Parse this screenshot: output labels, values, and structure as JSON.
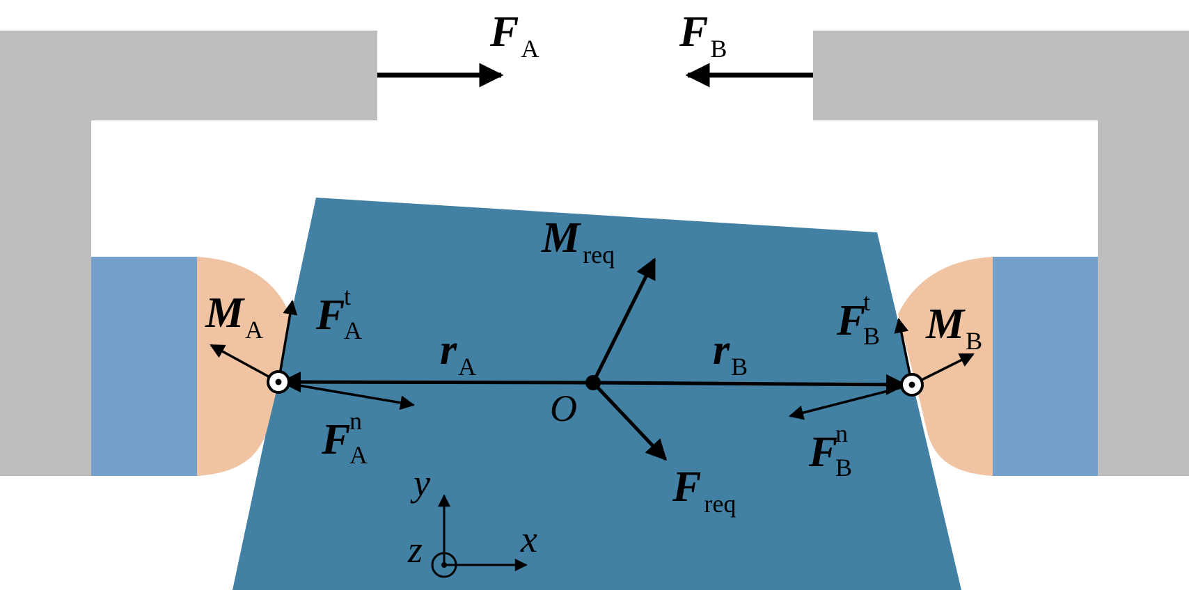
{
  "colors": {
    "gripper": "#bebebe",
    "object": "#4281a4",
    "finger_pad": "#74a0cb",
    "contact_skin": "#f0c3a2",
    "ink": "#000000"
  },
  "labels": {
    "FA": {
      "main": "F",
      "sub": "A"
    },
    "FB": {
      "main": "F",
      "sub": "B"
    },
    "Mreq": {
      "main": "M",
      "sub": "req"
    },
    "Freq": {
      "main": "F",
      "sub": "req"
    },
    "MA": {
      "main": "M",
      "sub": "A"
    },
    "MB": {
      "main": "M",
      "sub": "B"
    },
    "FAt": {
      "main": "F",
      "sub": "A",
      "sup": "t"
    },
    "FAn": {
      "main": "F",
      "sub": "A",
      "sup": "n"
    },
    "FBt": {
      "main": "F",
      "sub": "B",
      "sup": "t"
    },
    "FBn": {
      "main": "F",
      "sub": "B",
      "sup": "n"
    },
    "rA": {
      "main": "r",
      "sub": "A"
    },
    "rB": {
      "main": "r",
      "sub": "B"
    },
    "O": "O",
    "x": "x",
    "y": "y",
    "z": "z"
  }
}
